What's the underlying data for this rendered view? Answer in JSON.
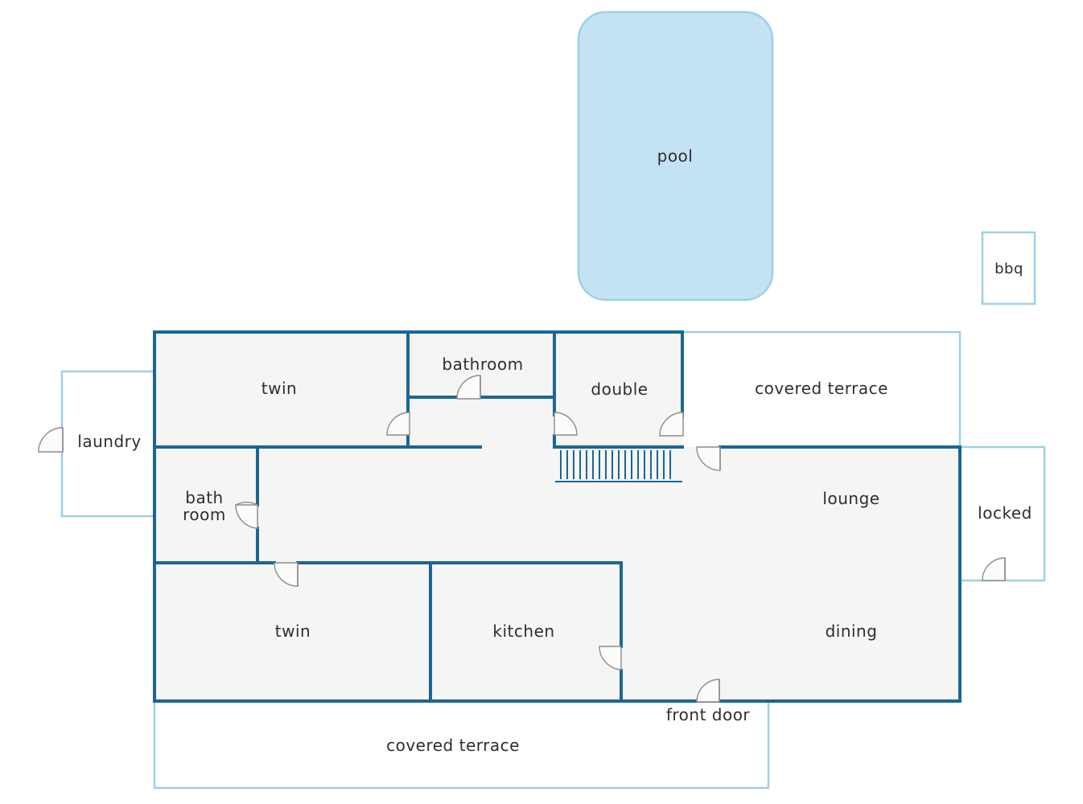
{
  "labels": {
    "pool": "pool",
    "bbq": "bbq",
    "twin_top": "twin",
    "bathroom_top": "bathroom",
    "double": "double",
    "covered_terrace_top": "covered terrace",
    "laundry": "laundry",
    "bath_room_line1": "bath",
    "bath_room_line2": "room",
    "lounge": "lounge",
    "locked": "locked",
    "twin_bottom": "twin",
    "kitchen": "kitchen",
    "dining": "dining",
    "front_door": "front door",
    "covered_terrace_bottom": "covered terrace"
  },
  "colors": {
    "wall": "#1b6695",
    "outdoor_outline": "#9fcfe6",
    "pool_fill": "#c3e2f4",
    "room_fill": "#f5f5f3",
    "text": "#2e2e2e"
  }
}
